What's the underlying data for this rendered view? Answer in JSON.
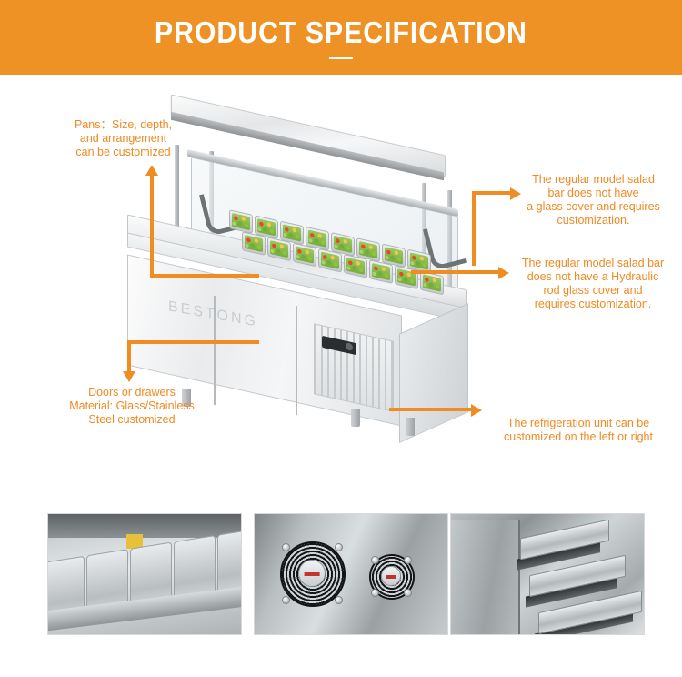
{
  "banner": {
    "title": "PRODUCT SPECIFICATION"
  },
  "product": {
    "watermark": "BESTONG",
    "alt": "stainless-steel-salad-bar-refrigerated-counter"
  },
  "callouts": [
    {
      "id": "pans",
      "text": "Pans：Size, depth,\nand arrangement\ncan be customized",
      "arrow": "up"
    },
    {
      "id": "glass-cover",
      "text": "The regular model salad\nbar does not have\na glass cover and requires\ncustomization.",
      "arrow": "right"
    },
    {
      "id": "hydraulic-rod",
      "text": "The regular model salad bar\ndoes not have a Hydraulic\nrod glass cover and\nrequires customization.",
      "arrow": "right"
    },
    {
      "id": "doors-drawers",
      "text": "Doors or drawers\nMaterial: Glass/Stainless\nSteel customized",
      "arrow": "down"
    },
    {
      "id": "refrigeration-unit",
      "text": "The refrigeration unit can be\ncustomized on the left or right",
      "arrow": "right"
    }
  ],
  "thumbnails": [
    {
      "id": "pans-detail",
      "alt": "empty-stainless-steel-food-pans"
    },
    {
      "id": "fans-detail",
      "alt": "dual-cooling-fan-grilles"
    },
    {
      "id": "drawers-detail",
      "alt": "open-stainless-steel-drawers-with-slide-rails"
    }
  ],
  "colors": {
    "banner_bg": "#ef9226",
    "callout_text": "#f08a22",
    "arrow": "#ef8c22",
    "page_bg": "#ffffff"
  }
}
